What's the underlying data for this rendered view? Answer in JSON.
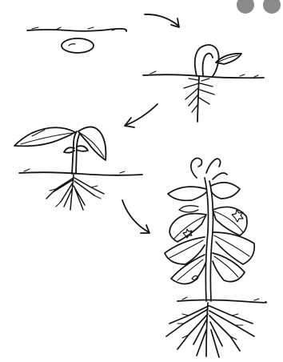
{
  "diagram": {
    "stages": [
      {
        "id": "seed",
        "name": "seed-in-soil"
      },
      {
        "id": "germination",
        "name": "germinating-seed"
      },
      {
        "id": "seedling",
        "name": "seedling"
      },
      {
        "id": "mature",
        "name": "mature-plant"
      }
    ],
    "arrows": [
      {
        "from": "seed",
        "to": "germination"
      },
      {
        "from": "germination",
        "to": "seedling"
      },
      {
        "from": "seedling",
        "to": "mature"
      }
    ],
    "colors": {
      "ink": "#141414",
      "paper": "#ffffff",
      "corner_mark": "#8a8a8a"
    }
  }
}
